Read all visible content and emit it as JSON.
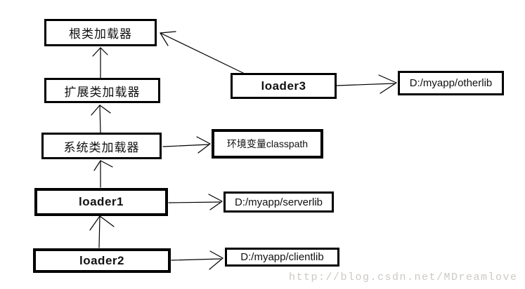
{
  "diagram": {
    "title_hint": "Java class loader hierarchy diagram",
    "colors": {
      "background": "#ffffff",
      "box_border": "#000000",
      "box_fill": "#ffffff",
      "line": "#000000",
      "text": "#111111",
      "watermark": "#ccc9c4"
    },
    "boxes": {
      "root": {
        "label": "根类加载器"
      },
      "ext": {
        "label": "扩展类加载器"
      },
      "sys": {
        "label": "系统类加载器"
      },
      "loader1": {
        "label": "loader1"
      },
      "loader2": {
        "label": "loader2"
      },
      "loader3": {
        "label": "loader3"
      },
      "classpath": {
        "label": "环境变量classpath"
      },
      "serverlib": {
        "label": "D:/myapp/serverlib"
      },
      "clientlib": {
        "label": "D:/myapp/clientlib"
      },
      "otherlib": {
        "label": "D:/myapp/otherlib"
      }
    },
    "edges": [
      {
        "from": "扩展类加载器",
        "to": "根类加载器"
      },
      {
        "from": "系统类加载器",
        "to": "扩展类加载器"
      },
      {
        "from": "loader1",
        "to": "系统类加载器"
      },
      {
        "from": "loader2",
        "to": "loader1"
      },
      {
        "from": "loader3",
        "to": "根类加载器"
      },
      {
        "from": "系统类加载器",
        "to": "环境变量classpath"
      },
      {
        "from": "loader1",
        "to": "D:/myapp/serverlib"
      },
      {
        "from": "loader2",
        "to": "D:/myapp/clientlib"
      },
      {
        "from": "loader3",
        "to": "D:/myapp/otherlib"
      }
    ],
    "watermark": {
      "text": "http://blog.csdn.net/MDreamlove"
    }
  }
}
